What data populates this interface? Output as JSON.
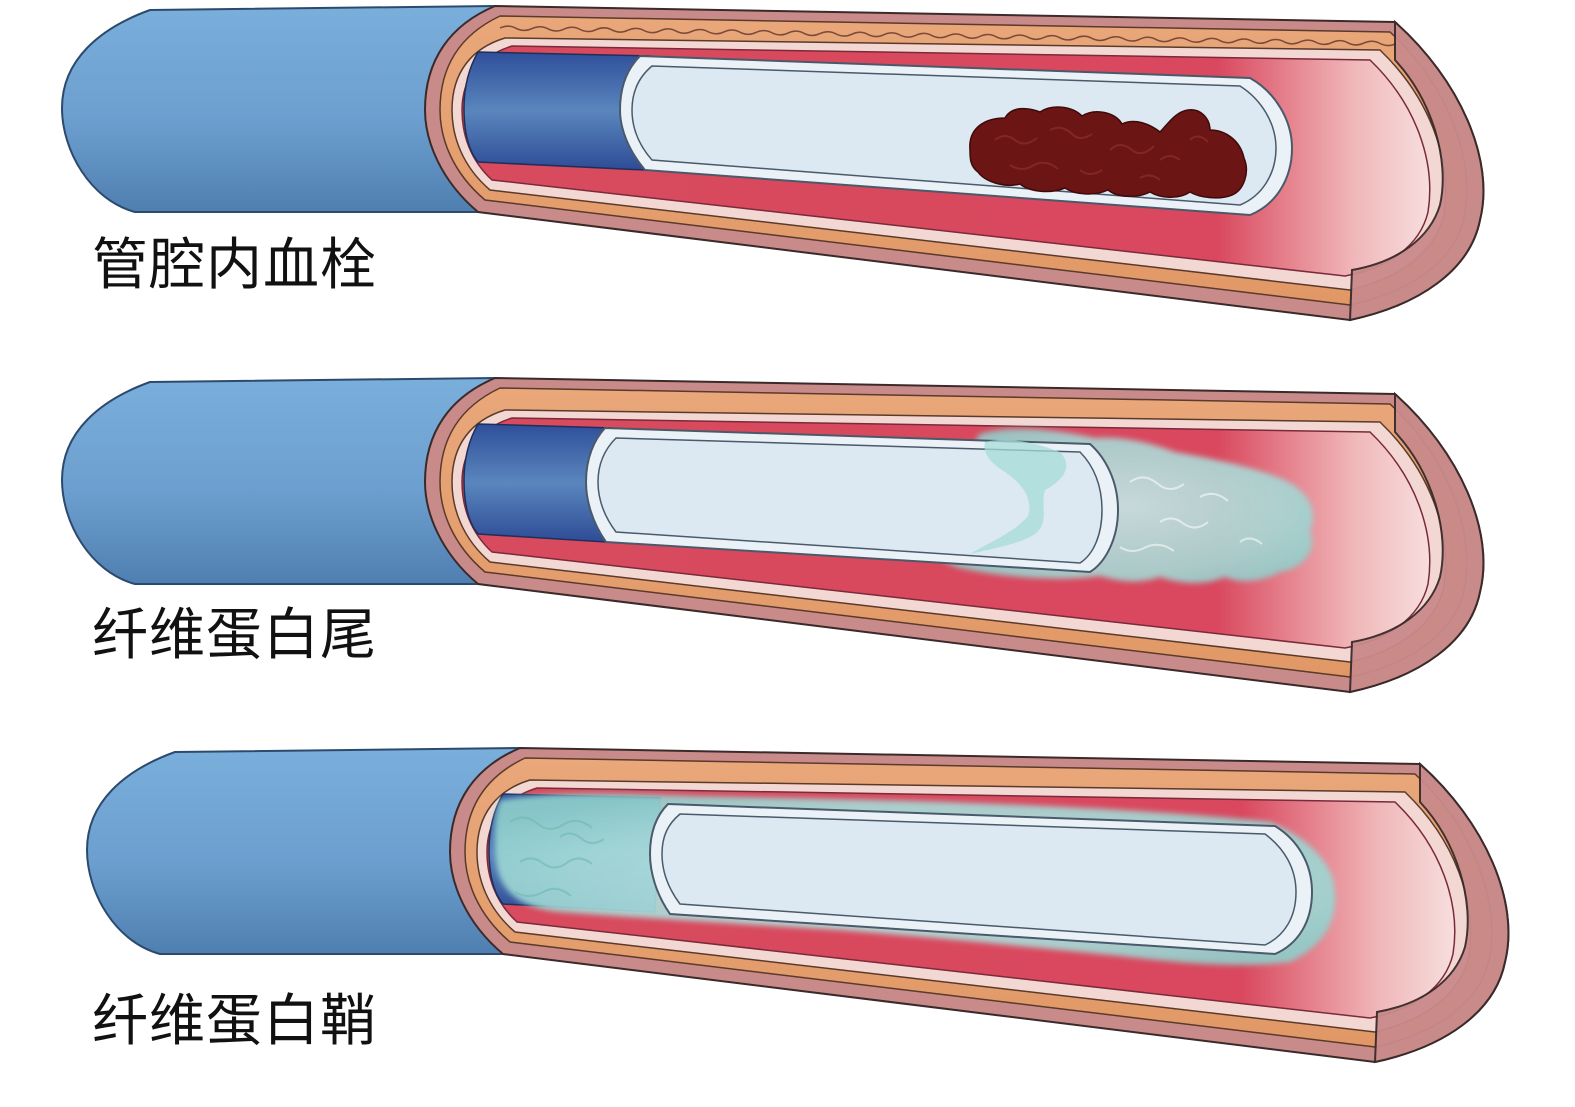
{
  "panels": [
    {
      "id": "intraluminal-thrombus",
      "label": "管腔内血栓"
    },
    {
      "id": "fibrin-tail",
      "label": "纤维蛋白尾"
    },
    {
      "id": "fibrin-sheath",
      "label": "纤维蛋白鞘"
    }
  ],
  "colors": {
    "catheter_blue": "#6c9fcf",
    "vessel_outer": "#c98a8a",
    "vessel_media": "#e9a77a",
    "lumen_red": "#d9485e",
    "catheter_inner": "#dce8f2",
    "thrombus": "#6b1515",
    "fibrin": "#a6dcd8"
  }
}
